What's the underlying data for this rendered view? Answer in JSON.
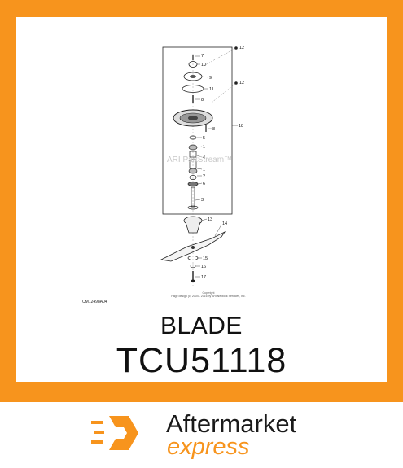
{
  "part": {
    "name": "BLADE",
    "number": "TCU51118"
  },
  "diagram": {
    "id": "TCM12498A04",
    "watermark": "ARI PartStream™",
    "copyright_line1": "Copyright",
    "copyright_line2": "Page design (c) 2004 - 2016 by ARI Network Services, Inc.",
    "callouts": [
      "12",
      "7",
      "10",
      "9",
      "11",
      "8",
      "12",
      "18",
      "8",
      "5",
      "1",
      "4",
      "1",
      "2",
      "6",
      "3",
      "13",
      "14",
      "15",
      "16",
      "17"
    ]
  },
  "brand": {
    "line1": "Aftermarket",
    "line2": "express",
    "accent_color": "#f7941d",
    "icon": "speed-hexagon-icon"
  }
}
